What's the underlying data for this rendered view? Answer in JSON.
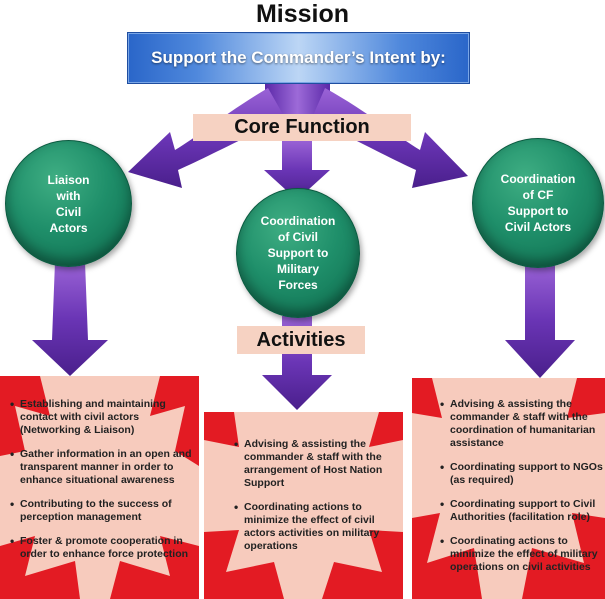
{
  "title": "Mission",
  "banner": "Support the Commander’s Intent by:",
  "core_function_label": "Core Function",
  "activities_label": "Activities",
  "functions": {
    "left": [
      "Liaison",
      "with",
      "Civil",
      "Actors"
    ],
    "center": [
      "Coordination",
      "of Civil",
      "Support to",
      "Military",
      "Forces"
    ],
    "right": [
      "Coordination",
      "of CF",
      "Support to",
      "Civil Actors"
    ]
  },
  "activities": {
    "left": [
      "Establishing and maintaining contact with civil actors (Networking & Liaison)",
      "Gather information in an open and transparent manner in order to enhance situational awareness",
      "Contributing to the success of perception management",
      "Foster & promote cooperation in order to enhance force protection"
    ],
    "center": [
      "Advising & assisting the commander & staff with the arrangement of Host Nation Support",
      "Coordinating actions to minimize the effect of civil actors activities on military operations"
    ],
    "right": [
      "Advising & assisting the commander & staff with the coordination of humanitarian assistance",
      "Coordinating support to NGOs (as required)",
      "Coordinating support to Civil Authorities (facilitation role)",
      "Coordinating actions to minimize the effect of military operations on civil activities"
    ]
  },
  "colors": {
    "arrow": "#6a35b5",
    "circle": "#1f8f6a",
    "box_red": "#e31b23",
    "leaf_pink": "#f7cbbd",
    "banner_blue": "#2a66c9",
    "label_pink": "#f6d2c2"
  }
}
